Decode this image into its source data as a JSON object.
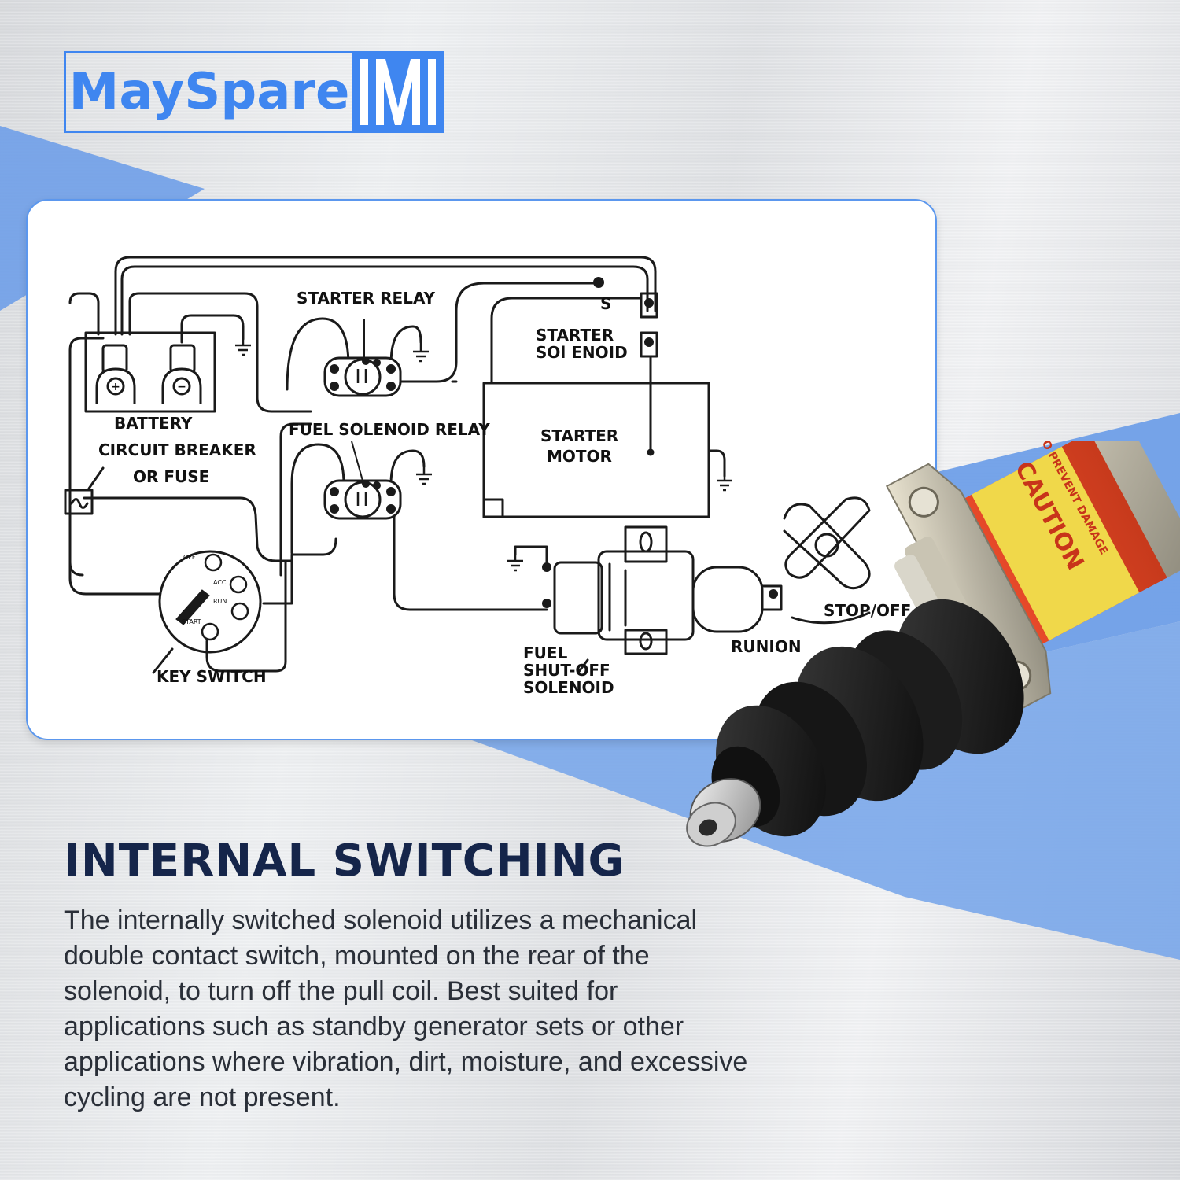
{
  "brand": {
    "name": "MaySpare",
    "accent_color": "#3f86f0",
    "mark_icon": "mayspare-m-mark"
  },
  "diagram": {
    "labels": {
      "starter_relay": "STARTER RELAY",
      "starter_solenoid_1": "STARTER",
      "starter_solenoid_2": "SOl ENOID",
      "battery": "BATTERY",
      "circuit_breaker_1": "CIRCUIT BREAKER",
      "circuit_breaker_2": "OR FUSE",
      "fuel_solenoid_relay": "FUEL SOLENOID RELAY",
      "starter_motor_1": "STARTER",
      "starter_motor_2": "MOTOR",
      "key_switch": "KEY SWITCH",
      "fuel_shutoff_1": "FUEL",
      "fuel_shutoff_2": "SHUT-OFF",
      "fuel_shutoff_3": "SOLENOID",
      "runion": "RUNION",
      "stop_off": "STOP/OFF",
      "s_terminal": "S"
    },
    "key_switch_positions": [
      "OFF",
      "ACC",
      "RUN",
      "START"
    ],
    "battery_terminals": [
      "+",
      "−"
    ]
  },
  "product": {
    "name": "fuel-shutoff-solenoid",
    "label_text_1": "CAUTION",
    "label_text_2": "TO PREVENT DAMAGE"
  },
  "section": {
    "title": "INTERNAL SWITCHING",
    "description": "The internally switched solenoid utilizes a mechanical double contact switch, mounted on the rear of the solenoid, to turn off the pull coil. Best suited for applications such as standby generator sets or other applications where vibration, dirt, moisture, and excessive cycling are not present."
  }
}
